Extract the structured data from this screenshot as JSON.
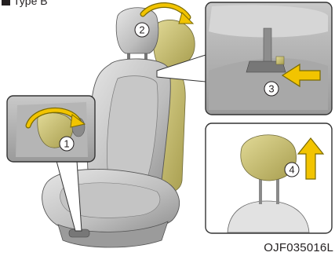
{
  "heading": {
    "bullet": "■",
    "text": "Type B"
  },
  "caption": "OJF035016L",
  "steps": [
    "1",
    "2",
    "3",
    "4"
  ],
  "colors": {
    "seat_light": "#dcdcdc",
    "seat_mid": "#b9b9b9",
    "seat_dark": "#8c8c8c",
    "highlight": "#cfc67d",
    "highlight_dark": "#a69c4d",
    "arrow_fill": "#f2c400",
    "arrow_stroke": "#7a6a00",
    "frame": "#4a4a4a"
  },
  "icons": {
    "tilt_arrow": "curved-arrow-icon",
    "push_arrow": "push-arrow-icon",
    "up_arrow": "up-arrow-icon"
  }
}
